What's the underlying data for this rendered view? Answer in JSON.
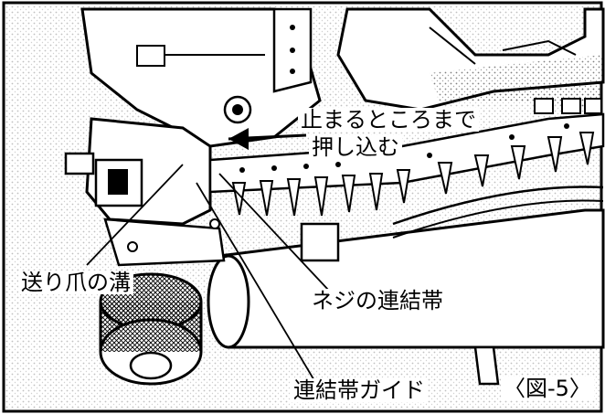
{
  "labels": {
    "instruction_line1": "止まるところまで",
    "instruction_line2": "押し込む",
    "feed_claw_groove": "送り爪の溝",
    "screw_connecting_band": "ネジの連結帯",
    "connecting_band_guide": "連結帯ガイド",
    "figure_number": "〈図-5〉"
  },
  "colors": {
    "ink": "#000000",
    "paper": "#ffffff",
    "shade": "#9a9a9a"
  }
}
